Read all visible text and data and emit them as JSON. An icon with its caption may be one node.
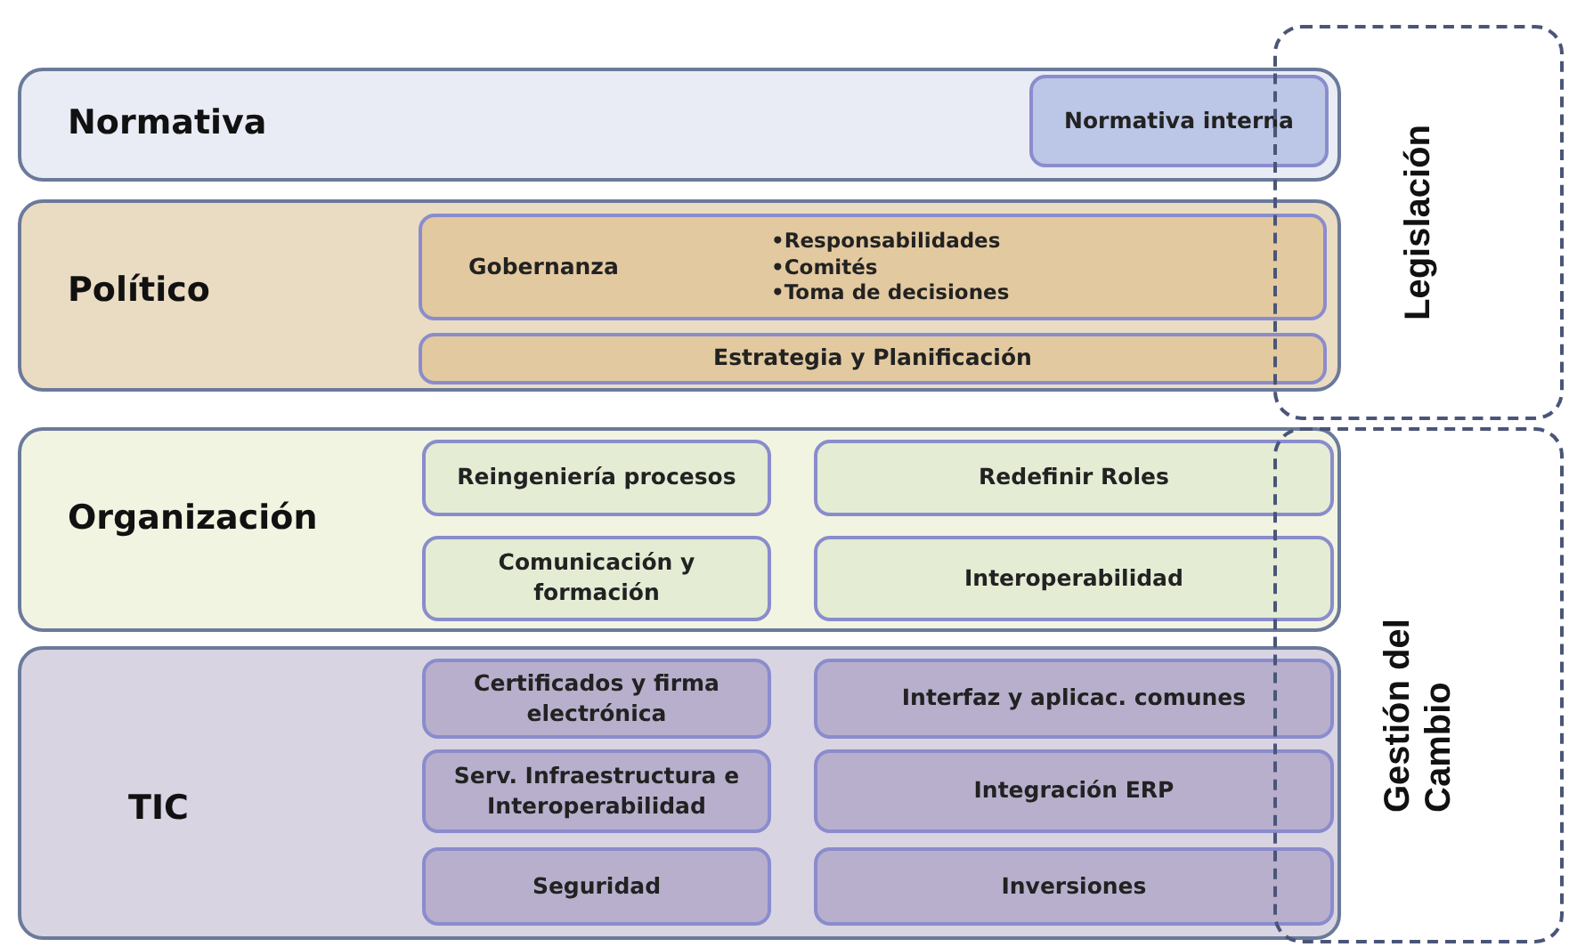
{
  "diagram": {
    "nodes": [
      {
        "text": [
          "Normativa"
        ]
      },
      {
        "text": [
          "Normativa interna"
        ],
        "in": 0
      },
      {
        "text": [
          "Político"
        ]
      },
      {
        "text": [
          "Gobernanza",
          "•Responsabilidades",
          "•Comités",
          "•Toma de decisiones"
        ],
        "in": 2
      },
      {
        "text": [
          "Estrategia y Planificación"
        ],
        "in": 2
      },
      {
        "text": [
          "Organización"
        ]
      },
      {
        "text": [
          "Reingeniería procesos"
        ],
        "in": 5
      },
      {
        "text": [
          "Redefinir Roles"
        ],
        "in": 5
      },
      {
        "text": [
          "Comunicación y formación"
        ],
        "in": 5
      },
      {
        "text": [
          "Interoperabilidad"
        ],
        "in": 5
      },
      {
        "text": [
          "TIC"
        ]
      },
      {
        "text": [
          "Certificados y firma electrónica"
        ],
        "in": 10
      },
      {
        "text": [
          "Interfaz y aplicac. comunes"
        ],
        "in": 10
      },
      {
        "text": [
          "Serv. Infraestructura e Interoperabilidad"
        ],
        "in": 10
      },
      {
        "text": [
          "Integración ERP"
        ],
        "in": 10
      },
      {
        "text": [
          "Seguridad"
        ],
        "in": 10
      },
      {
        "text": [
          "Inversiones"
        ],
        "in": 10
      },
      {
        "text": [
          "Legislación"
        ]
      },
      {
        "text": [
          "Gestión del Cambio"
        ]
      }
    ]
  }
}
